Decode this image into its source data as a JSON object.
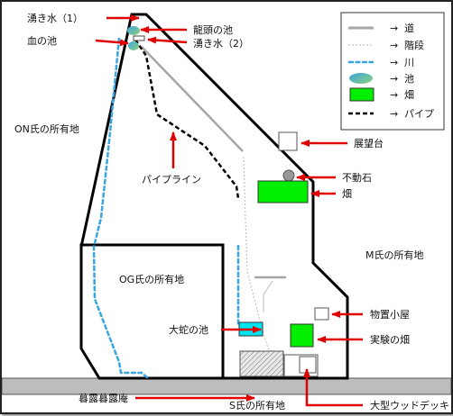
{
  "labels": {
    "spring1": "湧き水（1）",
    "blood_pond": "血の池",
    "dragon_pond": "龍頭の池",
    "spring2": "湧き水（2）",
    "on_land": "ON氏の所有地",
    "pipeline": "パイプライン",
    "observation": "展望台",
    "fudo_stone": "不動石",
    "field": "畑",
    "m_land": "M氏の所有地",
    "og_land": "OG氏の所有地",
    "snake_pond": "大蛇の池",
    "storage_hut": "物置小屋",
    "exp_field": "実験の畑",
    "cottage": "暮露暮露庵",
    "s_land": "S氏の所有地",
    "deck": "大型ウッドデッキ"
  },
  "legend": {
    "arrow": "→",
    "road": "道",
    "stairs": "階段",
    "river": "川",
    "pond": "池",
    "field": "畑",
    "pipe": "パイプ"
  },
  "colors": {
    "arrow": "#e00000",
    "river": "#3aa6e0",
    "field": "#00ee00",
    "snake_pond": "#00e5ee",
    "road": "#a6a6a6",
    "ground": "#bdbdbd",
    "pond_a": "#3aa6e0",
    "pond_b": "#8fd07a"
  }
}
